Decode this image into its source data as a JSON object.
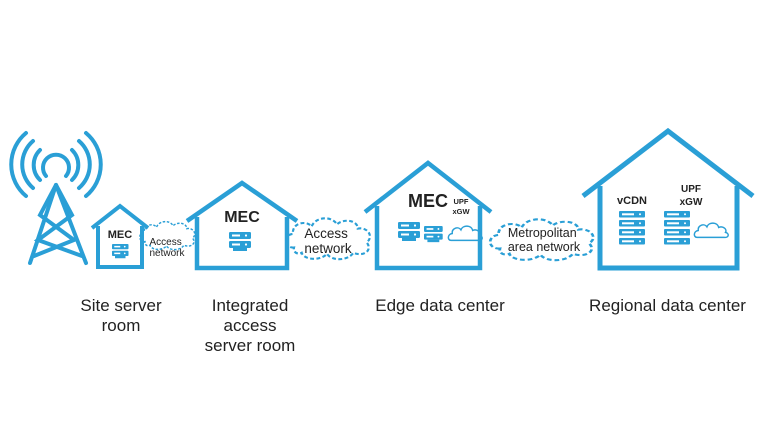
{
  "colors": {
    "primary": "#2a9fd6",
    "background": "#ffffff",
    "text": "#222222"
  },
  "icons": [
    "tower-icon",
    "server-icon",
    "cloud-icon"
  ],
  "houses": {
    "site": {
      "mec": "MEC"
    },
    "integrated": {
      "mec": "MEC"
    },
    "edge": {
      "mec": "MEC",
      "upf": "UPF",
      "xgw": "xGW"
    },
    "regional": {
      "vcdn": "vCDN",
      "upf": "UPF",
      "xgw": "xGW"
    }
  },
  "links": {
    "access_small": [
      "Access",
      "network"
    ],
    "access_medium": [
      "Access",
      "network"
    ],
    "metro": [
      "Metropolitan",
      "area network"
    ]
  },
  "captions": {
    "site": [
      "Site server",
      "room"
    ],
    "integrated": [
      "Integrated",
      "access",
      "server room"
    ],
    "edge": "Edge data center",
    "regional": "Regional data center"
  }
}
